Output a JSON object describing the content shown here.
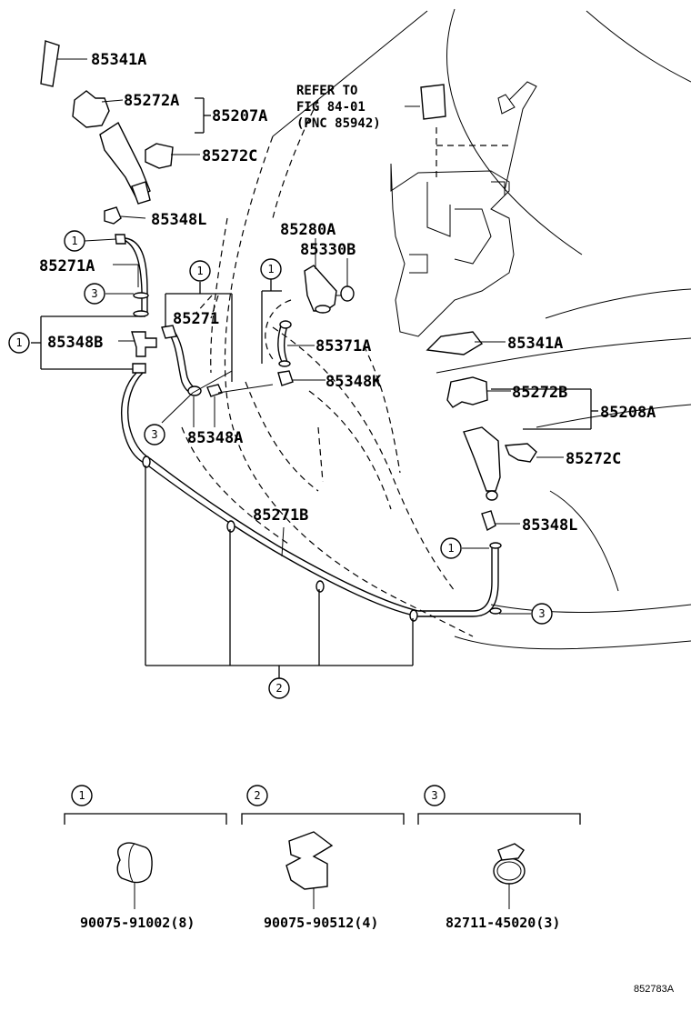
{
  "reference_note": {
    "line1": "REFER TO",
    "line2": "FIG 84-01",
    "line3": "(PNC 85942)"
  },
  "part_labels": {
    "p85341A_top": "85341A",
    "p85272A": "85272A",
    "p85207A": "85207A",
    "p85272C_top": "85272C",
    "p85348L_top": "85348L",
    "p85271A": "85271A",
    "p85348B": "85348B",
    "p85271": "85271",
    "p85280A": "85280A",
    "p85330B": "85330B",
    "p85371A": "85371A",
    "p85348K": "85348K",
    "p85348A": "85348A",
    "p85341A_right": "85341A",
    "p85272B": "85272B",
    "p85208A": "85208A",
    "p85272C_right": "85272C",
    "p85348L_right": "85348L",
    "p85271B": "85271B"
  },
  "callouts": {
    "c1": "1",
    "c2": "2",
    "c3": "3"
  },
  "legend": {
    "items": [
      {
        "number": "1",
        "part": "90075-91002(8)"
      },
      {
        "number": "2",
        "part": "90075-90512(4)"
      },
      {
        "number": "3",
        "part": "82711-45020(3)"
      }
    ]
  },
  "figure_code": "852783A"
}
